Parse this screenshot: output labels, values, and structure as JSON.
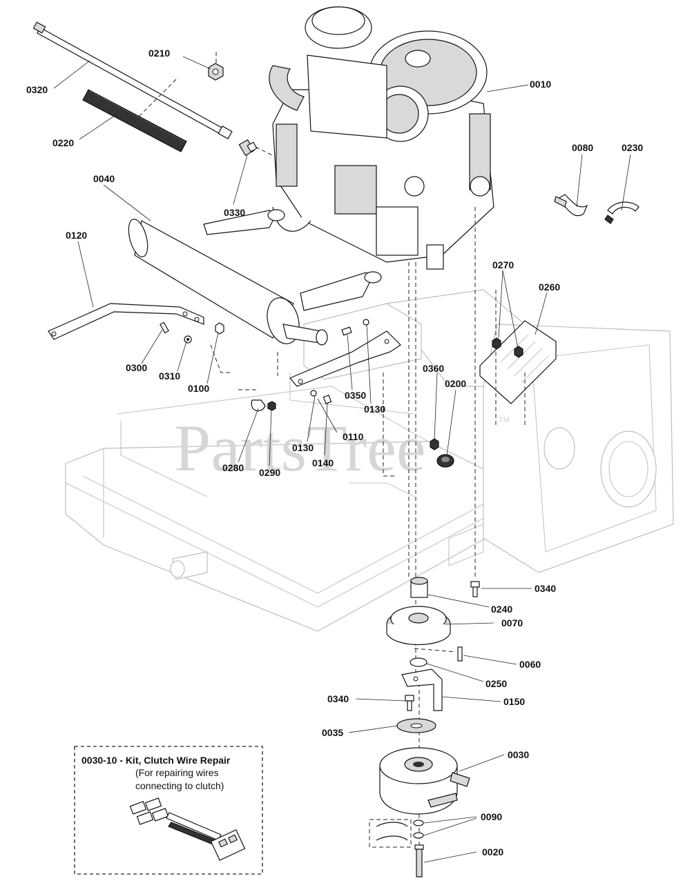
{
  "watermark": {
    "text": "PartsTree",
    "tm": "TM"
  },
  "callouts": [
    {
      "id": "0010",
      "label": "0010"
    },
    {
      "id": "0020",
      "label": "0020"
    },
    {
      "id": "0030",
      "label": "0030"
    },
    {
      "id": "0035",
      "label": "0035"
    },
    {
      "id": "0040",
      "label": "0040"
    },
    {
      "id": "0060",
      "label": "0060"
    },
    {
      "id": "0070",
      "label": "0070"
    },
    {
      "id": "0080",
      "label": "0080"
    },
    {
      "id": "0090",
      "label": "0090"
    },
    {
      "id": "0100",
      "label": "0100"
    },
    {
      "id": "0110",
      "label": "0110"
    },
    {
      "id": "0120",
      "label": "0120"
    },
    {
      "id": "0130a",
      "label": "0130"
    },
    {
      "id": "0130b",
      "label": "0130"
    },
    {
      "id": "0140",
      "label": "0140"
    },
    {
      "id": "0150",
      "label": "0150"
    },
    {
      "id": "0200",
      "label": "0200"
    },
    {
      "id": "0210",
      "label": "0210"
    },
    {
      "id": "0220",
      "label": "0220"
    },
    {
      "id": "0230",
      "label": "0230"
    },
    {
      "id": "0240",
      "label": "0240"
    },
    {
      "id": "0250",
      "label": "0250"
    },
    {
      "id": "0260",
      "label": "0260"
    },
    {
      "id": "0270",
      "label": "0270"
    },
    {
      "id": "0280",
      "label": "0280"
    },
    {
      "id": "0290",
      "label": "0290"
    },
    {
      "id": "0300",
      "label": "0300"
    },
    {
      "id": "0310",
      "label": "0310"
    },
    {
      "id": "0320",
      "label": "0320"
    },
    {
      "id": "0330",
      "label": "0330"
    },
    {
      "id": "0340a",
      "label": "0340"
    },
    {
      "id": "0340b",
      "label": "0340"
    },
    {
      "id": "0350",
      "label": "0350"
    },
    {
      "id": "0360",
      "label": "0360"
    }
  ],
  "kit": {
    "title": "0030-10 - Kit, Clutch Wire Repair",
    "line1": "(For repairing wires",
    "line2": "connecting to clutch)"
  }
}
